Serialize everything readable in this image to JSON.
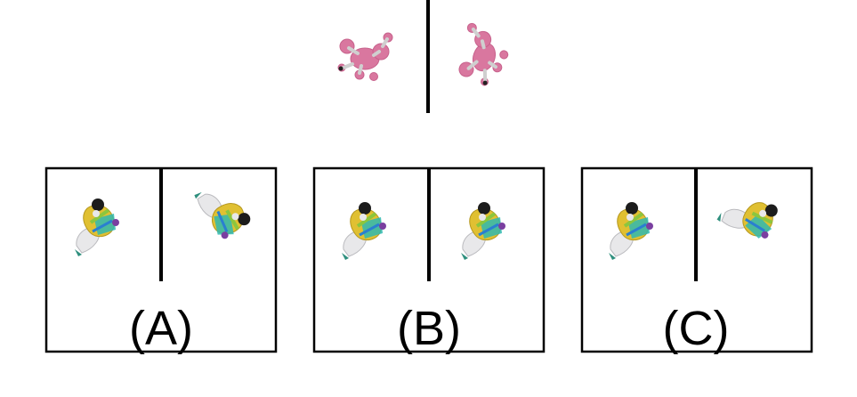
{
  "puzzle": {
    "reference_pair": {
      "left_object": "pink-balloon-poodle",
      "right_object": "pink-balloon-poodle-rotated",
      "object_color": "#d9779f"
    },
    "options": [
      {
        "label": "(A)",
        "left_object": "toy-figure",
        "right_object": "toy-figure-rotated"
      },
      {
        "label": "(B)",
        "left_object": "toy-figure",
        "right_object": "toy-figure-same"
      },
      {
        "label": "(C)",
        "left_object": "toy-figure",
        "right_object": "toy-figure-rotated"
      }
    ],
    "colors": {
      "border": "#000000",
      "figure_white": "#e8e8ea",
      "figure_yellow": "#e0c032",
      "figure_teal": "#2fb9b0",
      "figure_dark": "#1c1c1c",
      "figure_purple": "#7a3fa0",
      "figure_green": "#8cc63e"
    }
  }
}
